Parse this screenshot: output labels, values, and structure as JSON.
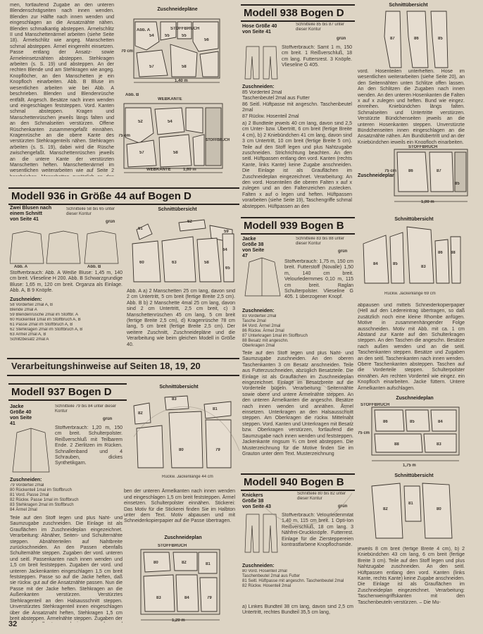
{
  "page_number": "32",
  "banner": "Verarbeitungshinweise auf Seiten 18, 19, 20",
  "top_left_text": "men, fortlaufend Zugabe an den unteren Blendenschrägseiten nach innen wenden. Blenden zur Hälfte nach innen wenden und eingeschlagen an die Ansatznähte nähen. Blenden schmalkantig absteppen. Ärmelschlitz II und Manschettenärmel arbeiten (siehe Seite 18). Ärmelschlitz wie angeg. Manschetten schmal absteppen. Ärmel eingereiht einsetzen. Passe entlang der Ansatz- sowie Ärmeleinsetznähten absteppen. Stehkragen arbeiten (s. S. 19) und absteppen. An der rechten Blende und am Stehkragen wie angeg. Knopflöcher, an den Manschetten je ein Knopfloch einarbeiten. Abb. B Bluse im wesentlichen arbeiten wie bei Abb. A beschrieben. Blenden und Blendenrüsche entfällt. Angesch. Besätze nach innen wenden und eingeschlagen feststeppen. Vord. Kanten schmal absteppen. Kragen und Manschettenrüschen jeweils längs falten und an den Schmalseiten verstürzen. Offene Rüschenkanten zusammengefaßt einnähen. Kragenrüsche an die obere Kante des verstürzten Stehkragenteils nähen. Stehkragen arbeiten (s. S. 19), dabei wird die Rüsche zwischengefaßt. Manschettenrüschen jeweils an die untere Kante der verstürzten Manschetten heften. Manschettenärmel im wesentlichen weiterarbeiten wie auf Seite 2 beschrieben. Manschetten zusätzlich an den unteren Kanten verstürzen, dabei werden die Rüschen zwischengefaßt.",
  "plan_top": {
    "title": "Zuschneidepläne",
    "abb_a": "Abb. A",
    "abb_b": "Abb. B",
    "stoffbruch": "STOFFBRUCH",
    "webkante": "WEBKANTE",
    "width_a": "1,40 m",
    "width_b": "1,60 m",
    "height_a": "70 cm",
    "height_b": "75 cm",
    "pieces_a": [
      "54",
      "55",
      "55",
      "56",
      "57",
      "58"
    ],
    "pieces_b": [
      "52",
      "54",
      "57",
      "58"
    ]
  },
  "m936": {
    "title": "Modell 936  in Größe 44  auf Bogen D",
    "subtitle": "Zwei Blusen nach einem Schnitt von Seite 41",
    "sheet": "Schnitteile 58 bis 65 unter dieser Kontur",
    "color": "grün",
    "abb_a": "Abb. A",
    "abb_b": "Abb. B",
    "schnitt_title": "Schnittübersicht",
    "schnitt_pieces": [
      "61",
      "62",
      "59",
      "60",
      "63",
      "58",
      "64",
      "65"
    ],
    "text_left": "Stoffverbrauch: Abb. A Weiße Bluse: 1,45 m, 140 cm breit. Vlieseline H 200. Abb. B Schwarzgrundige Bluse: 1,65 m, 120 cm breit. Organza als Einlage. Abb. A, B 9 Knöpfe.",
    "zuschneiden": "Zuschneiden:",
    "parts": [
      "58  Vorderteil 2mal                          A, B",
      "      Blende 2mal                               A",
      "59  Blendenrüsche 2mal im Stoffbr.      A",
      "60  Rückenteil 1mal im Stoffbruch        A, B",
      "61  Passe 2mal im Stoffbruch               A, B",
      "62  Stehkragen 2mal im Stoffbruch       A, B",
      "63  Ärmel 2mal                                  A, B",
      "      Schlitzbesatz 2mal                      A"
    ],
    "text_right": "Abb. A a) 2 Manschetten 25 cm lang, davon sind 2 cm Untertritt, 5 cm breit (fertige Breite 2,5 cm). Abb. B b) 2 Manschette 4mal 25 cm lang, davon sind 2 cm Untertritt, 2,5 cm breit, c) 3 Manschettenrüschen 45 cm lang, 5 cm breit (fertige Breite 2,5 cm), d) Kragenrüsche 78 cm lang, 5 cm breit (fertige Breite 2,5 cm). Der weitere Zuschnitt, Zuschneidepläne und die Verarbeitung wie beim gleichen Modell in Größe 40."
  },
  "m937": {
    "title": "Modell 937  Bogen D",
    "subtitle": "Jacke Größe 40 von Seite 41",
    "sheet": "Schnitteile 79 bis 84 unter dieser Kontur",
    "color": "grün",
    "schnitt_title": "Schnittübersicht",
    "schnitt_pieces": [
      "82",
      "83",
      "81",
      "80",
      "79"
    ],
    "schnitt_caption": "Rückw. Jackenlänge 44 cm",
    "stoff": "Stoffverbrauch: 1,20 m, 150 cm breit. Schulterpolster. Reißverschluß mit Teilbarem Ende. 2 Zierlitzen im Rücken. Schnallenband und 4 Schrauben, dickes Synthetikgarn.",
    "zuschneiden": "Zuschneiden:",
    "parts": "79  Vorderteil 2mal\n80  Rückenteil 1mal im Stoffbruch\n81  Vord. Passe 2mal\n82  Rückw. Passe 1mal im Stoffbruch\n83  Stehkragen 2mal im Stoffbruch\n84  Ärmel 2mal",
    "text_left": "Teile auf den Stoff legen und plus Naht- und Saumzugabe zuschneiden. Die Einlage ist als Grauflächen im Zuschneideplan eingezeichnet. Verarbeitung: Abnäher, Seiten- und Schulternähte steppen. Abnähterteilen auf Nahtbreite zurückschneiden. An den Passen ebenfalls Schulternähte steppen. Zugaben der vord. unteren und seitl. Passenkanten nach innen wenden und 1,5 cm breit feststeppen. Zugaben der vord. und unteren Jackenkanten eingeschlagen 1,5 cm breit feststeppen. Passe so auf die Jacke heften, daß sie rückw. gut auf die Ansatznähte passen. Nun die Passe mit der Jacke heften. Stehkragen an die Außenkanten verstürzen. Verstürztes Stehkragenteil an den Halsausschnitt steppen. Unverstürztes Stehkragenteil innen eingeschlagen über die Ansatznaht heften, Stehkragen 1,5 cm breit absteppen. Ärmelnähte steppen. Zugaben der unteren Ärmelkanten nach innen wenden und eingeschlagen 1,5 cm breit feststeppen. Ärmel einsetzen. Schulterpolster einnähen. Stickerei: Das Motiv für die Stickerei finden Sie im Halbton unter dem Text. Motiv abpausen und mit Schneiderkopierpapier oder Deko-Bügelstift (z. B. Motiv auf die Passe übertragen (gegengleich). Trapennmuster in Kettenstich. Punkte in Knötchenstich nachsticken. Passe mit einigen Stichen an den Schulternähten hohl auf die Jacke nähen.",
    "plan_title": "Zuschneideplan",
    "plan_stoffbruch": "STOFFBRUCH",
    "plan_width": "1,20 m",
    "plan_pieces": [
      "80",
      "82",
      "81",
      "83",
      "84",
      "79"
    ]
  },
  "m938": {
    "title": "Modell 938  Bogen D",
    "subtitle": "Hose Größe 40 von Seite 41",
    "sheet": "Schnitteile 85 bis 87 unter dieser Kontur",
    "color": "grün",
    "text": "Stoffverbrauch: Samt 1 m, 150 cm breit. 1 Reißverschluß, 18 cm lang. Futtersrest. 3 Knöpfe. Vlieseline G 405.",
    "zuschneiden": "Zuschneiden:",
    "parts": "85  Vorderteil 2mal\n      Taschenbeutel 2mal aus Futter\n86  Seitl. Hüftpasse mit angeschn. Taschenbeutel 2mal\n87  Rückw. Hosenteil 2mal",
    "text2": "a) 2 Bundteile jeweils 40 cm lang, davon sind 2,5 cm Unter- bzw. Übertritt, 6 cm breit (fertige Breite 4 cm), b) 2 Kniebündchen 41 cm lang, davon sind 3 cm Untertritt, 10 cm breit (fertige Breite 5 cm). Teile auf den Stoff legen und plus Nahtzugabe zuschneiden. Strichrichtung beachten. An den seitl. Hüftpassen entlang den vord. Kanten (rechts Kante, links Kante) keine Zugabe anschneiden. Die Einlage ist als Grauflächen im Zuschneideplan eingezeichnet. Verarbeitung: An den vord. Hosenteilen die oberen Falten x auf x zulegen und an den Faltenzeichen zustecken. Falten x auf o legen und heften. Hüftpassen vorarbeiten (siehe Seite 19), Taschengriffe schmal absteppen. Hüftpassen an den",
    "text3": "vord. Hosenteilen unterheften. Hose im wesentlichen weiterarbeiten (siehe Seite 20), an den Seitennähten unten Schlitze offen lassen. An den Schlitzen die Zugaben nach innen wenden. An den unteren Hosenkanten die Falten x auf x zulegen und heften. Bund wie eingez. einreihen. Kniebündchen längs falten. Schmalseiten und Untertritte verstürzen. Verstürzte Bündchenseiten jeweils an die unteren Hosenkanten steppen. Unverstürzte Bündchenseiten innen eingeschlagen an die Ansatznähte nähen. Am Bundübertritt und an der Kniebündchen jeweils ein Knopfloch einarbeiten.",
    "schnitt_title": "Schnittübersicht",
    "schnitt_pieces": [
      "87",
      "86",
      "85"
    ],
    "plan_title": "Zuschneideplan",
    "plan_stoffbruch": "STOFFBRUCH",
    "plan_width": "1,00 m",
    "plan_height": "75 cm",
    "plan_pieces": [
      "86",
      "87",
      "85"
    ]
  },
  "m939": {
    "title": "Modell 939  Bogen B",
    "subtitle": "Jacke Größe 38 von Seite 47",
    "sheet": "Schnitteile 83 bis 88 unter dieser Kontur",
    "color": "grün",
    "text": "Stoffverbrauch: 1,75 m, 150 cm breit. Futterstoff (Novalle) 1,50 m, 140 cm breit. Velourledermmes 0,10 m, 115 cm breit. Raglan Schulterpolster. Vlieseline G 405. 1 überzogener Knopf.",
    "zuschneiden": "Zuschneiden:",
    "parts": "83  Vorderteil 2mal\n      Tasche 2mal\n84  Vord. Ärmel 2mal\n86  Rückw. Ärmel 2mal\n87  Unterkragen 1mal im Stoffbruch\n88  Besatz mit angeschn.\n      Oberkragen 2mal",
    "text2": "Teile auf den Stoff legen und plus Naht- und Saumzugabe zuschneiden. An den oberen Taschenkanten 3 cm Besatz anschneiden. Teile aus Futterzuschneiden, abzüglich Besatzteile. Die Einlage ist als Grauflächen im Zuschneideplan eingezeichnet. Einlage im Besatzbreite auf die Vorderteile bügeln. Verarbeitung: Seitennähte sowie obere und untere Ärmelnähte steppen. An den unteren Ärmelkanten die angeschn. Besätze nach innen wenden und annähen. Ärmel einsetzen. Unterkragen an den Halsausschnitt steppen. Am Oberkragen die rückw. Mittelnaht steppen. Vord. Kanten und Unterkragen mit Besatz bzw. Oberkragen verstürzen, fortlaufend die Saumzugabe nach innen wenden und feststeppen. Jackenkante ringsum ¾ cm breit absteppen. Die Musterzeichnung für die Motive finden Sie im Grauton unter dem Text. Musterzeichnung",
    "text3": "abpausen und mittels Schneiderkopierpapier (Hell auf den Ledereintrag übertragen, so daß zusätzlich noch eine kleine Rhombe anfügen. Motive in zusammenhängender Folge ausschneiden. Motiv mit Abb. mit ca. 1 cm Abstand zur Kante auf den Schulterkragen steppen. An den Taschen die angeschn. Besätze nach außen wenden und an die seitl. Taschenkanten steppen. Besätze und Zugaben an den seitl. Taschenkanten nach innen wenden. Obere Taschenkanten absteppen. Taschen auf die Vorderteile steppen. Schulterpolster einnähen. Am rechten Vorderteil wie eingez. ein Knopfloch einarbeiten. Jacke füttern. Untere Ärmelkanten aufschlagen.",
    "schnitt_title": "Schnittübersicht",
    "schnitt_pieces": [
      "84",
      "85",
      "83",
      "86",
      "88"
    ],
    "schnitt_caption": "Rückw. Jackenlänge 69 cm",
    "plan_title": "Zuschneideplan",
    "plan_stoffbruch": "STOFFBRUCH",
    "plan_width": "1,75 m",
    "plan_height": "75 cm",
    "plan_pieces": [
      "86",
      "85",
      "84",
      "88",
      "83"
    ]
  },
  "m940": {
    "title": "Modell 940  Bogen B",
    "subtitle": "Knickers Größe 38 von Seite 43",
    "sheet": "Schnitteile 80 bis 82 unter dieser Kontur",
    "color": "grün",
    "text": "Stoffverbrauch: Velourlederimitat 1,40 m, 115 cm breit. 1 Opti-Ion Reißverschluß, 18 cm lang. 3 Nähfrei-Druckknöpfe. Futterrest. Einlage für die Ziersteppereien kontrastfarbene Knopflochseide.",
    "zuschneiden": "Zuschneiden:",
    "parts": "80  Vord. Hosenteil 2mal\n      Taschenbeutel 2mal aus Futter\n81  Seitl. Hüftpasse mit angeschn. Taschenbeutel 2mal\n82  Rückw. Hosenteil 2mal",
    "text2": "a) Linkes Bundteil 38 cm lang, davon sind 2,5 cm Untertritt, rechtes Bundteil 35,5 cm lang,",
    "text3": "jeweils 8 cm breit (fertige Breite 4 cm), b) 2 Kniebündchen 43 cm lang, 6 cm breit (fertige Breite 3 cm). Teile auf den Stoff legen und plus Nahtzugabe zuschneiden. An den seitl. Hüftpassen entlang den vord. Kanten (links Kante, rechts Kante) keine Zugabe anschneiden. Die Einlage ist als Grauflächen im Zuschneideplan eingezeichnet. Verarbeitung: Taschenweingriffskanten mit den Taschenbeuteln verstürzen. – Die Mu-",
    "schnitt_title": "Schnittübersicht",
    "schnitt_pieces": [
      "82",
      "81",
      "80"
    ]
  }
}
